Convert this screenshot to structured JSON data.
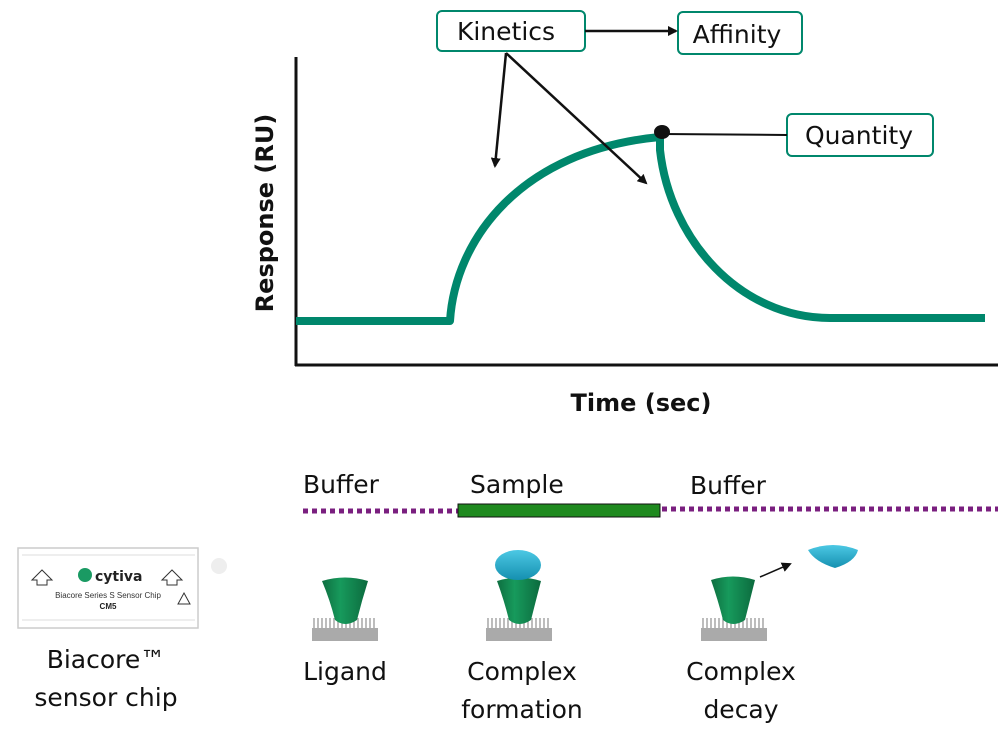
{
  "chart": {
    "y_label": "Response (RU)",
    "x_label": "Time (sec)",
    "callouts": {
      "kinetics": "Kinetics",
      "affinity": "Affinity",
      "quantity": "Quantity"
    }
  },
  "phases": {
    "buffer1": "Buffer",
    "sample": "Sample",
    "buffer2": "Buffer"
  },
  "steps": {
    "ligand": "Ligand",
    "complex_formation": [
      "Complex",
      "formation"
    ],
    "complex_decay": [
      "Complex",
      "decay"
    ]
  },
  "chip": {
    "brand": "cytiva",
    "line1": "Biacore Series S Sensor Chip",
    "line2": "CM5",
    "caption": [
      "Biacore™",
      "sensor chip"
    ]
  },
  "colors": {
    "curve": "#00876c",
    "purple": "#7a1f7f",
    "sample_bar": "#1f8a1f",
    "ligand": "#138a55",
    "analyte": "#1ea7c8"
  }
}
